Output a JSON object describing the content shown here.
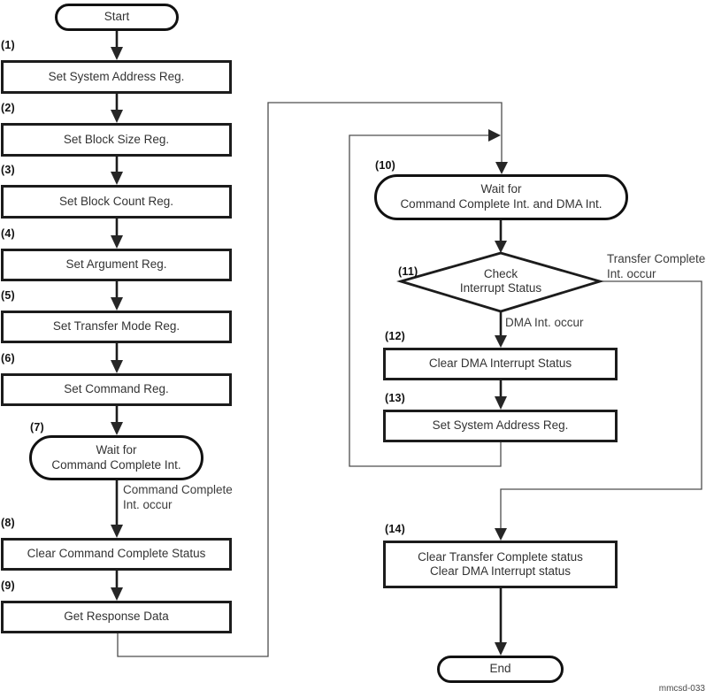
{
  "figure": {
    "watermark": "mmcsd-033",
    "background": "#ffffff",
    "line_color": "#1c1c1c"
  },
  "nodes": {
    "start": {
      "label": "Start"
    },
    "end": {
      "label": "End"
    },
    "s1": {
      "num": "(1)",
      "label": "Set System Address Reg."
    },
    "s2": {
      "num": "(2)",
      "label": "Set Block Size Reg."
    },
    "s3": {
      "num": "(3)",
      "label": "Set Block Count Reg."
    },
    "s4": {
      "num": "(4)",
      "label": "Set Argument Reg."
    },
    "s5": {
      "num": "(5)",
      "label": "Set Transfer Mode Reg."
    },
    "s6": {
      "num": "(6)",
      "label": "Set Command Reg."
    },
    "s7": {
      "num": "(7)",
      "line1": "Wait for",
      "line2": "Command Complete Int."
    },
    "s8": {
      "num": "(8)",
      "label": "Clear Command Complete Status"
    },
    "s9": {
      "num": "(9)",
      "label": "Get Response Data"
    },
    "s10": {
      "num": "(10)",
      "line1": "Wait for",
      "line2": "Command Complete Int. and DMA Int."
    },
    "s11": {
      "num": "(11)",
      "line1": "Check",
      "line2": "Interrupt Status"
    },
    "s12": {
      "num": "(12)",
      "label": "Clear DMA Interrupt Status"
    },
    "s13": {
      "num": "(13)",
      "label": "Set System Address Reg."
    },
    "s14": {
      "num": "(14)",
      "line1": "Clear Transfer Complete status",
      "line2": "Clear DMA Interrupt status"
    }
  },
  "edges": {
    "command_complete": {
      "line1": "Command Complete",
      "line2": "Int. occur"
    },
    "dma_int": {
      "label": "DMA Int. occur"
    },
    "transfer_complete": {
      "line1": "Transfer Complete",
      "line2": "Int. occur"
    }
  }
}
